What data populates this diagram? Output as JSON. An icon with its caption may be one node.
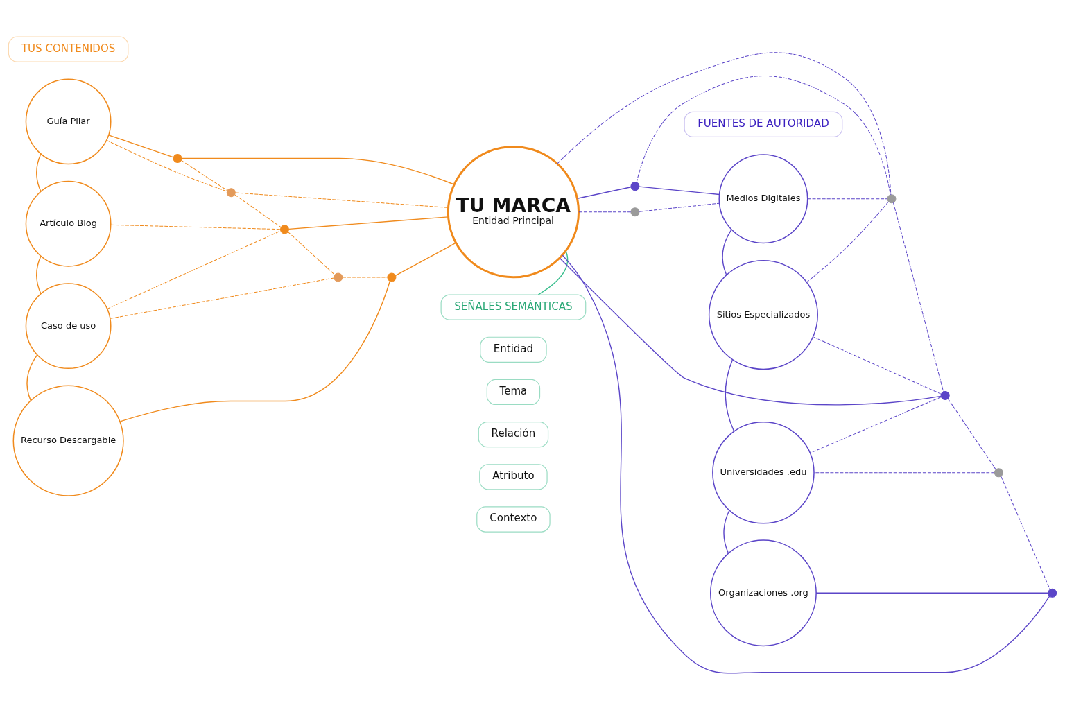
{
  "diagram": {
    "nodes": [
      {
        "text": [
          "TU MARCA",
          "Entidad Principal"
        ]
      },
      {
        "text": [
          "TUS CONTENIDOS"
        ]
      },
      {
        "text": [
          "FUENTES DE AUTORIDAD"
        ]
      },
      {
        "text": [
          "Guía Pilar"
        ]
      },
      {
        "text": [
          "Artículo Blog"
        ]
      },
      {
        "text": [
          "Caso de uso"
        ]
      },
      {
        "text": [
          "Recurso Descargable"
        ]
      },
      {
        "text": [
          "Medios Digitales"
        ]
      },
      {
        "text": [
          "Sitios Especializados"
        ]
      },
      {
        "text": [
          "Universidades .edu"
        ]
      },
      {
        "text": [
          "Organizaciones .org"
        ]
      },
      {
        "text": [
          "SEÑALES SEMÁNTICAS"
        ]
      },
      {
        "text": [
          "Entidad"
        ]
      },
      {
        "text": [
          "Tema"
        ]
      },
      {
        "text": [
          "Relación"
        ]
      },
      {
        "text": [
          "Atributo"
        ]
      },
      {
        "text": [
          "Contexto"
        ]
      },
      {
        "text": [],
        "shape": "circle"
      },
      {
        "text": [],
        "shape": "circle"
      },
      {
        "text": [],
        "shape": "circle"
      },
      {
        "text": [],
        "shape": "circle"
      },
      {
        "text": [],
        "shape": "circle"
      },
      {
        "text": [],
        "shape": "circle"
      },
      {
        "text": [],
        "shape": "circle"
      },
      {
        "text": [],
        "shape": "circle"
      },
      {
        "text": [],
        "shape": "circle"
      },
      {
        "text": [],
        "shape": "circle"
      },
      {
        "text": [],
        "shape": "circle"
      }
    ],
    "edges": [
      {
        "from": 3,
        "to": 4,
        "arrow": "none",
        "color": "#f08a1c"
      },
      {
        "from": 4,
        "to": 5,
        "arrow": "none",
        "color": "#f08a1c"
      },
      {
        "from": 5,
        "to": 6,
        "arrow": "none",
        "color": "#f08a1c"
      },
      {
        "from": 3,
        "to": 17,
        "arrow": "none",
        "color": "#f08a1c"
      },
      {
        "from": 17,
        "to": 0,
        "arrow": "none",
        "color": "#f08a1c"
      },
      {
        "from": 18,
        "to": 0,
        "arrow": "none",
        "color": "#f08a1c"
      },
      {
        "from": 6,
        "to": 19,
        "arrow": "none",
        "color": "#f08a1c"
      },
      {
        "from": 19,
        "to": 0,
        "arrow": "none",
        "color": "#f08a1c"
      },
      {
        "from": 3,
        "to": 20,
        "arrow": "none",
        "style": "dashed",
        "color": "#f08a1c"
      },
      {
        "from": 17,
        "to": 20,
        "arrow": "none",
        "style": "dashed",
        "color": "#f08a1c"
      },
      {
        "from": 20,
        "to": 0,
        "arrow": "none",
        "style": "dashed",
        "color": "#f08a1c"
      },
      {
        "from": 4,
        "to": 18,
        "arrow": "none",
        "style": "dashed",
        "color": "#f08a1c"
      },
      {
        "from": 20,
        "to": 18,
        "arrow": "none",
        "style": "dashed",
        "color": "#f08a1c"
      },
      {
        "from": 5,
        "to": 18,
        "arrow": "none",
        "style": "dashed",
        "color": "#f08a1c"
      },
      {
        "from": 18,
        "to": 21,
        "arrow": "none",
        "style": "dashed",
        "color": "#f08a1c"
      },
      {
        "from": 5,
        "to": 21,
        "arrow": "none",
        "style": "dashed",
        "color": "#f08a1c"
      },
      {
        "from": 21,
        "to": 19,
        "arrow": "none",
        "style": "dashed",
        "color": "#f08a1c"
      },
      {
        "from": 7,
        "to": 8,
        "arrow": "none",
        "color": "#5b45c8"
      },
      {
        "from": 8,
        "to": 9,
        "arrow": "none",
        "color": "#5b45c8"
      },
      {
        "from": 9,
        "to": 10,
        "arrow": "none",
        "color": "#5b45c8"
      },
      {
        "from": 0,
        "to": 22,
        "arrow": "none",
        "color": "#5b45c8"
      },
      {
        "from": 22,
        "to": 7,
        "arrow": "none",
        "color": "#5b45c8"
      },
      {
        "from": 0,
        "to": 23,
        "arrow": "none",
        "color": "#5b45c8"
      },
      {
        "from": 0,
        "to": 24,
        "arrow": "none",
        "color": "#5b45c8"
      },
      {
        "from": 24,
        "to": 10,
        "arrow": "none",
        "color": "#5b45c8"
      },
      {
        "from": 0,
        "to": 27,
        "arrow": "none",
        "style": "dashed",
        "color": "#5b45c8"
      },
      {
        "from": 27,
        "to": 7,
        "arrow": "none",
        "style": "dashed",
        "color": "#5b45c8"
      },
      {
        "from": 7,
        "to": 25,
        "arrow": "none",
        "style": "dashed",
        "color": "#5b45c8"
      },
      {
        "from": 22,
        "to": 25,
        "arrow": "none",
        "style": "dashed",
        "color": "#5b45c8"
      },
      {
        "from": 0,
        "to": 25,
        "arrow": "none",
        "style": "dashed",
        "color": "#5b45c8"
      },
      {
        "from": 25,
        "to": 8,
        "arrow": "none",
        "style": "dashed",
        "color": "#5b45c8"
      },
      {
        "from": 25,
        "to": 23,
        "arrow": "none",
        "style": "dashed",
        "color": "#5b45c8"
      },
      {
        "from": 23,
        "to": 8,
        "arrow": "none",
        "style": "dashed",
        "color": "#5b45c8"
      },
      {
        "from": 23,
        "to": 9,
        "arrow": "none",
        "style": "dashed",
        "color": "#5b45c8"
      },
      {
        "from": 23,
        "to": 26,
        "arrow": "none",
        "style": "dashed",
        "color": "#5b45c8"
      },
      {
        "from": 26,
        "to": 9,
        "arrow": "none",
        "style": "dashed",
        "color": "#5b45c8"
      },
      {
        "from": 26,
        "to": 24,
        "arrow": "none",
        "style": "dashed",
        "color": "#5b45c8"
      },
      {
        "from": 0,
        "to": 11,
        "arrow": "none",
        "color": "#3cbf8f"
      }
    ]
  }
}
